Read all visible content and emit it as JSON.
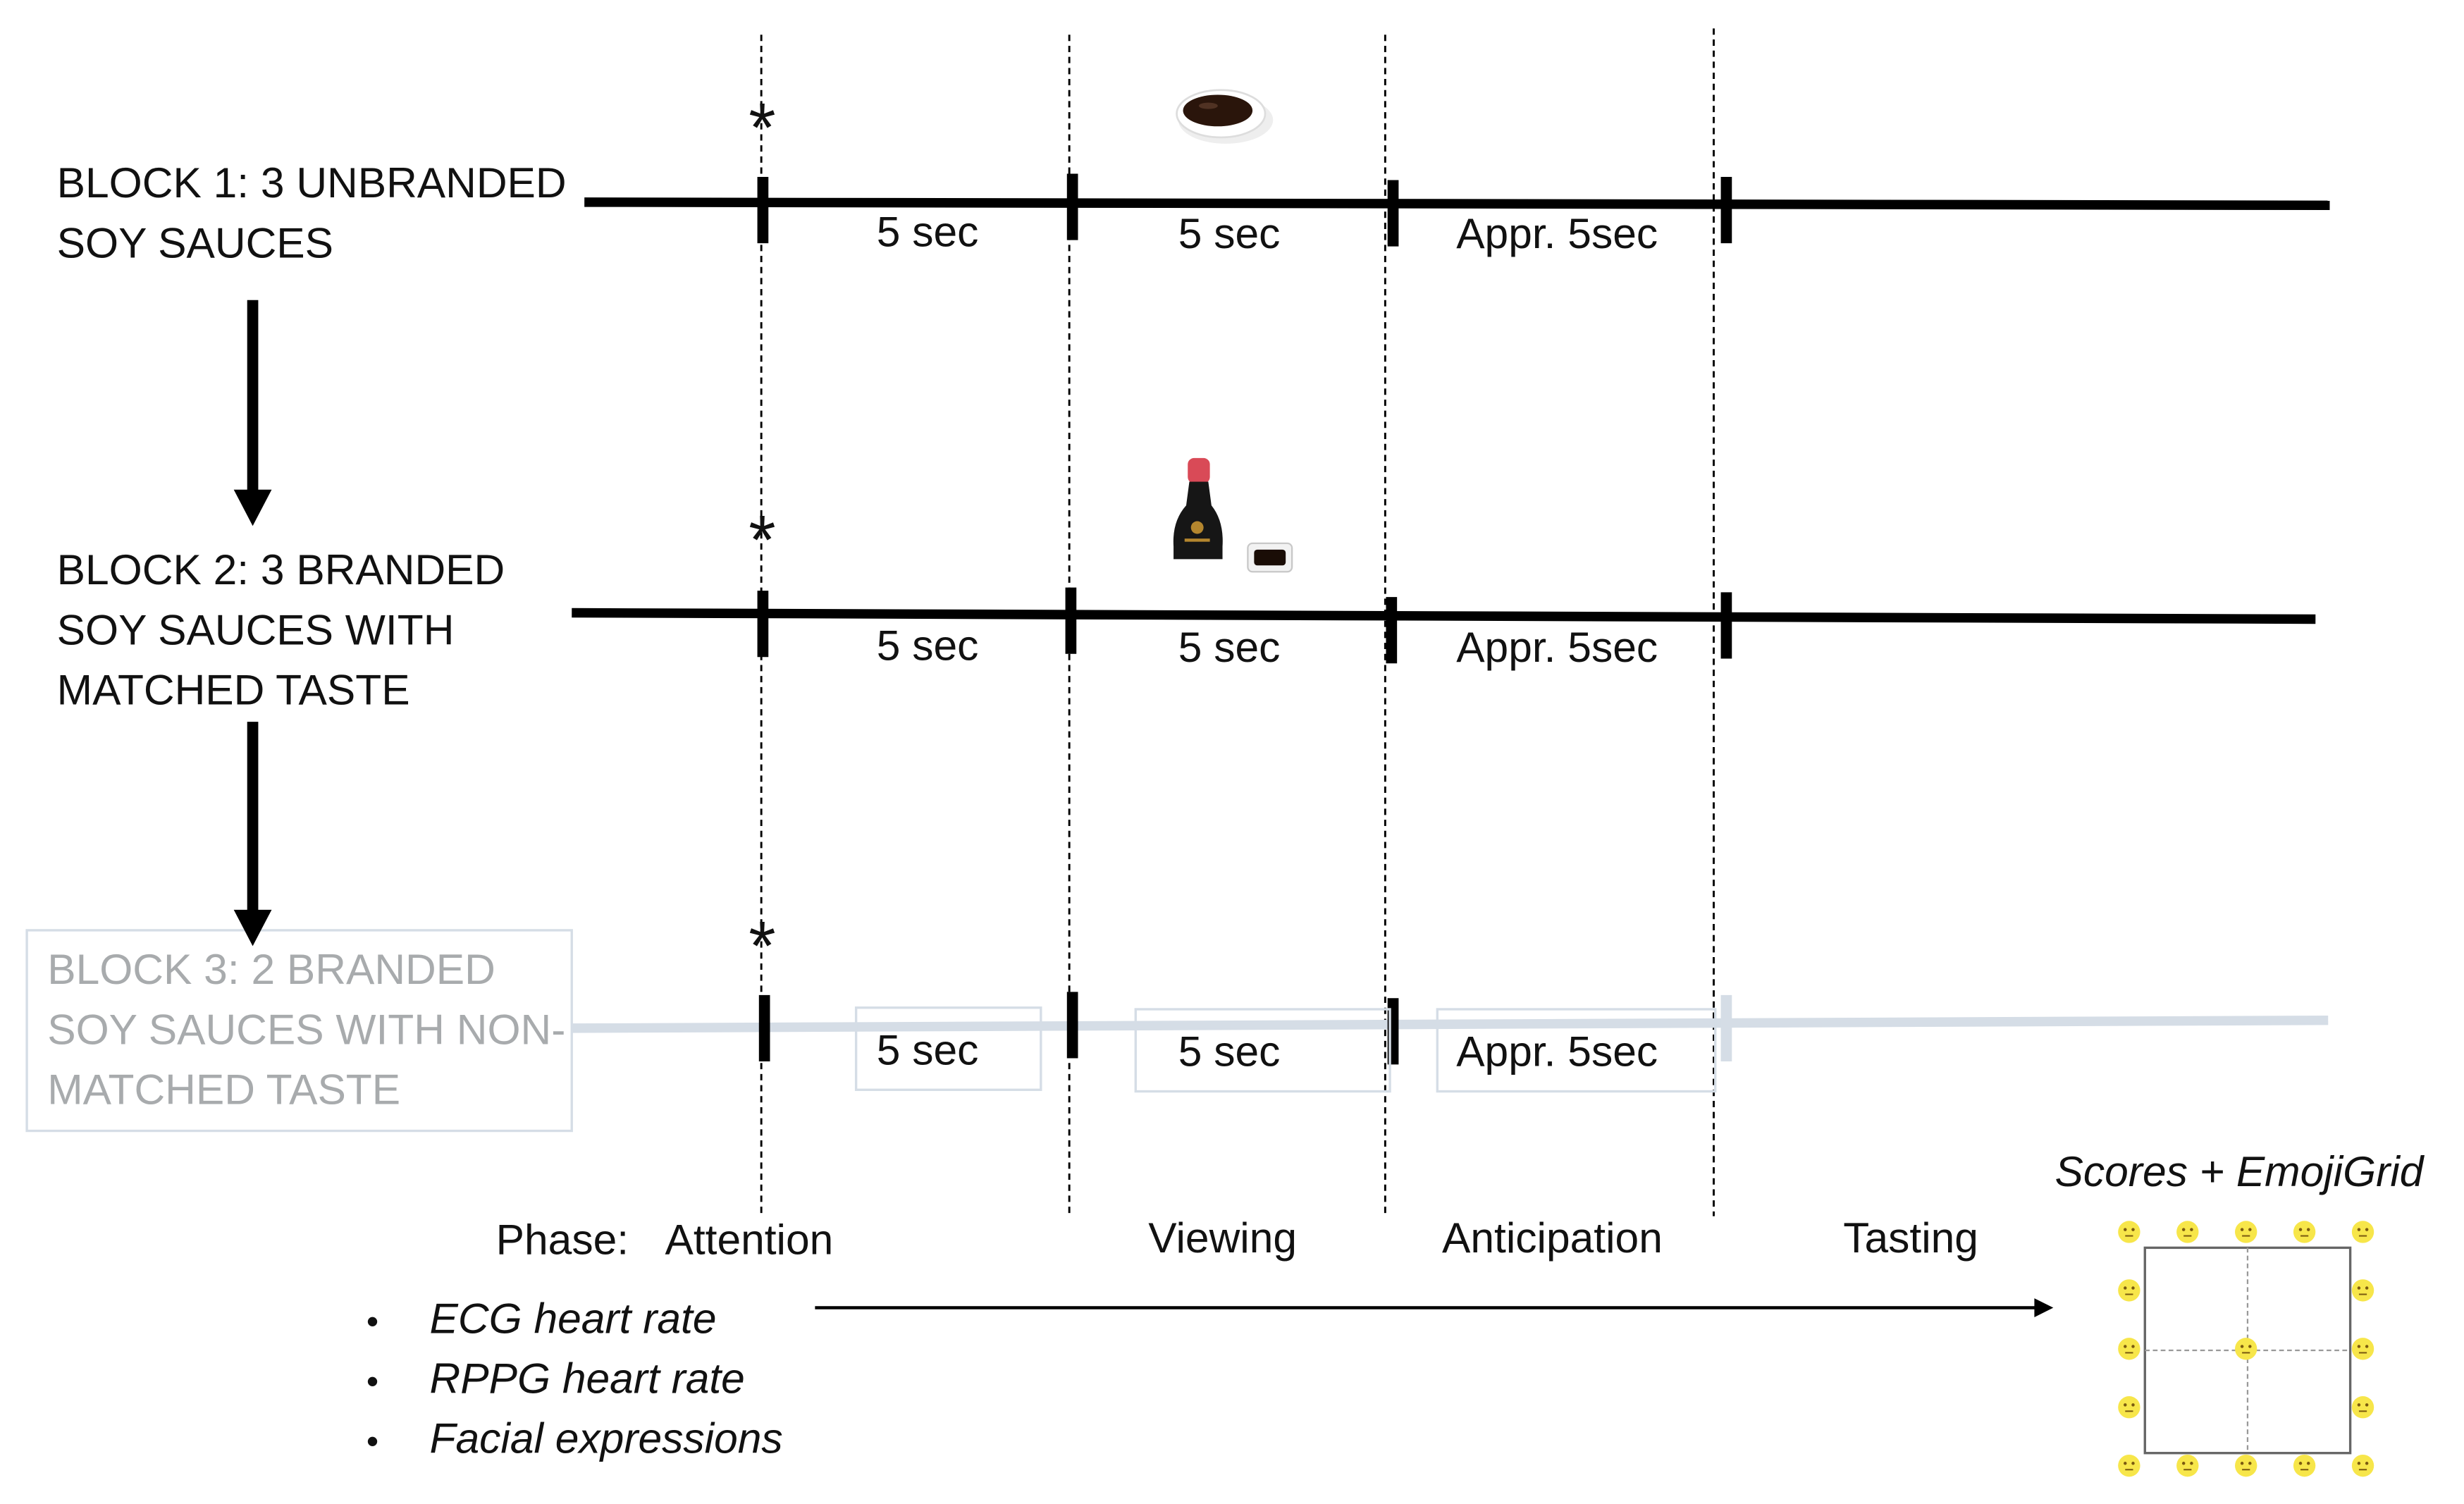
{
  "blocks": [
    {
      "line1": "BLOCK 1: 3 UNBRANDED",
      "line2": "SOY SAUCES"
    },
    {
      "line1": "BLOCK 2: 3 BRANDED",
      "line2": "SOY SAUCES WITH",
      "line3": "MATCHED TASTE"
    },
    {
      "line1": "BLOCK 3: 2 BRANDED",
      "line2": "SOY SAUCES WITH NON-",
      "line3": "MATCHED TASTE"
    }
  ],
  "durations": {
    "attention": "5 sec",
    "viewing": "5 sec",
    "anticipation": "Appr. 5sec"
  },
  "fixation_symbol": "*",
  "phase_label": "Phase:",
  "phases": [
    "Attention",
    "Viewing",
    "Anticipation",
    "Tasting"
  ],
  "bullet_symbol": "•",
  "measures": [
    "ECG heart rate",
    "RPPG heart rate",
    "Facial expressions"
  ],
  "emoji_grid_title": "Scores + EmojiGrid",
  "colors": {
    "timeline": "#000000",
    "faded_timeline": "#d5dde6",
    "faded_text": "#a8abad",
    "emoji": "#f7e64a"
  }
}
